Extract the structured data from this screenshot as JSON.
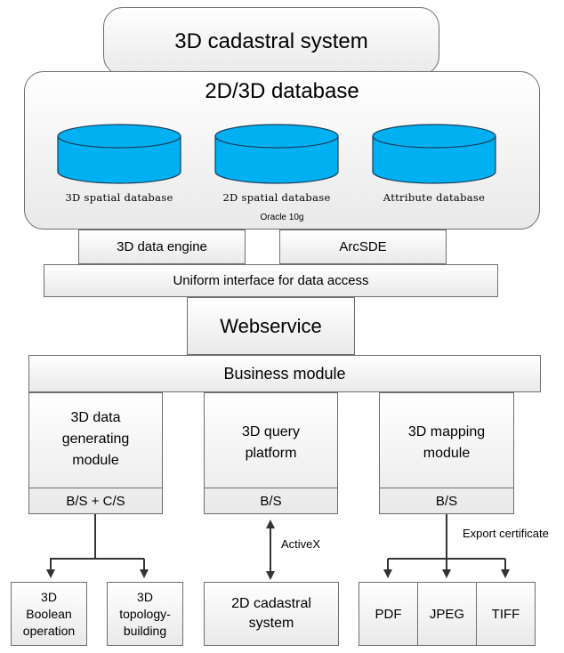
{
  "title": "3D cadastral system",
  "database": {
    "title": "2D/3D database",
    "stores": [
      {
        "label": "3D spatial database"
      },
      {
        "label": "2D spatial database"
      },
      {
        "label": "Attribute database"
      }
    ],
    "footer": "Oracle 10g",
    "cylinder_color": "#00b0f0"
  },
  "engines": {
    "left": "3D data engine",
    "right": "ArcSDE"
  },
  "uniform_interface": "Uniform interface for data access",
  "webservice": "Webservice",
  "business_module": "Business module",
  "modules": [
    {
      "title": "3D data generating module",
      "sub": "B/S + C/S"
    },
    {
      "title": "3D query platform",
      "sub": "B/S"
    },
    {
      "title": "3D mapping module",
      "sub": "B/S"
    }
  ],
  "connectors": {
    "activex": "ActiveX",
    "export": "Export certificate"
  },
  "outputs": {
    "left": [
      "3D Boolean operation",
      "3D topology-building"
    ],
    "center": "2D cadastral system",
    "right": [
      "PDF",
      "JPEG",
      "TIFF"
    ]
  }
}
